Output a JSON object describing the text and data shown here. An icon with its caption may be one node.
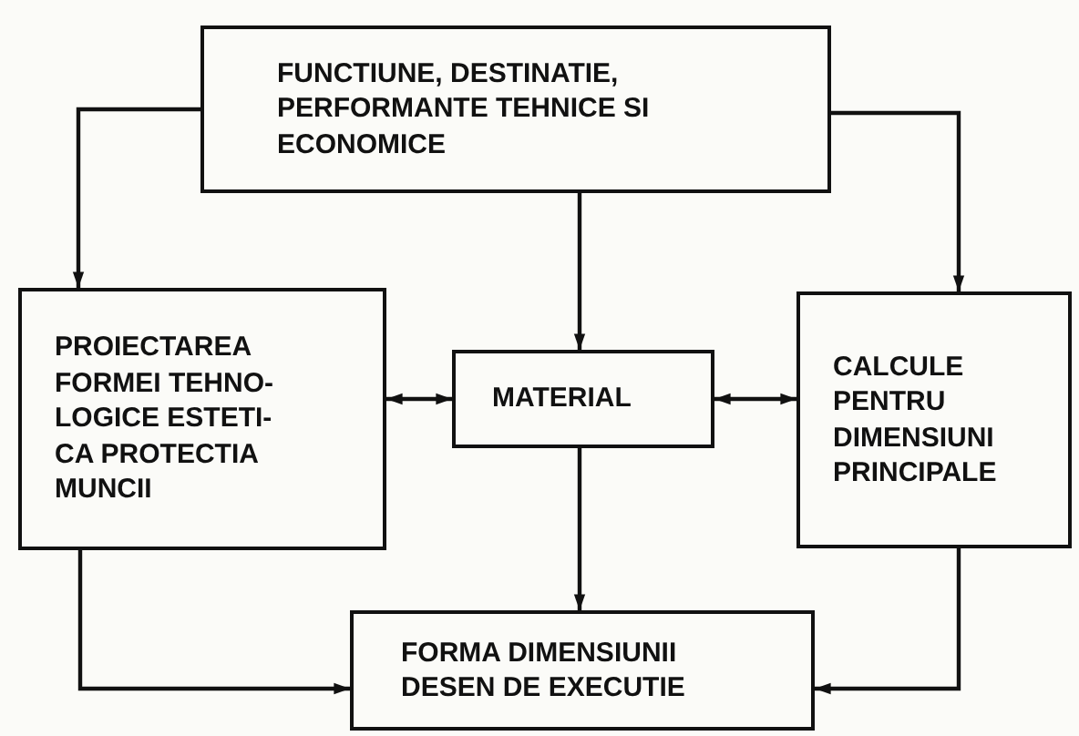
{
  "diagram": {
    "nodes": [
      {
        "text": [
          "FUNCTIUNE, DESTINATIE, PERFORMANTE TEHNICE SI ECONOMICE"
        ]
      },
      {
        "text": [
          "PROIECTAREA FORMEI TEHNO- LOGICE ESTETI- CA PROTECTIA MUNCII"
        ]
      },
      {
        "text": [
          "MATERIAL"
        ]
      },
      {
        "text": [
          "CALCULE PENTRU DIMENSIUNI PRINCIPALE"
        ]
      },
      {
        "text": [
          "FORMA DIMENSIUNII DESEN DE EXECUTIE"
        ]
      }
    ],
    "edges": [
      {
        "from": 0,
        "to": 1,
        "arrow": "to"
      },
      {
        "from": 0,
        "to": 2,
        "arrow": "to"
      },
      {
        "from": 0,
        "to": 3,
        "arrow": "to"
      },
      {
        "from": 1,
        "to": 2,
        "arrow": "both"
      },
      {
        "from": 2,
        "to": 3,
        "arrow": "both"
      },
      {
        "from": 2,
        "to": 4,
        "arrow": "to"
      },
      {
        "from": 1,
        "to": 4,
        "arrow": "to"
      },
      {
        "from": 3,
        "to": 4,
        "arrow": "to"
      }
    ]
  }
}
